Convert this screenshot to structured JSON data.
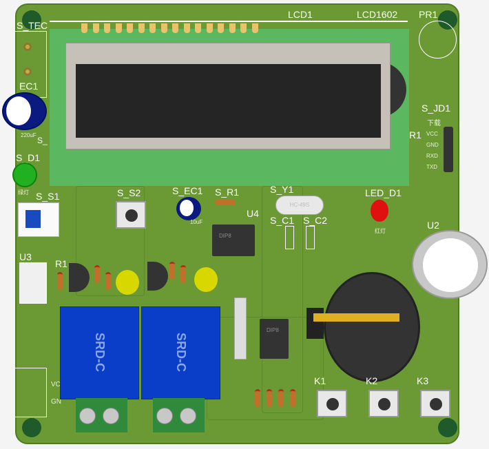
{
  "lcd": {
    "ref": "LCD1",
    "model": "LCD1602"
  },
  "labels": {
    "pr1": "PR1",
    "s_tec": "S_TEC",
    "ec1": "EC1",
    "ec1_val": "220uF",
    "s_partial": "S_",
    "s_d1": "S_D1",
    "s_d1_note": "绿灯",
    "s_s1": "S_S1",
    "s_s2": "S_S2",
    "s_ec1": "S_EC1",
    "s_ec1_val": "10uF",
    "s_r1": "S_R1",
    "s_y1": "S_Y1",
    "y1_val": "HC-49S",
    "u4": "U4",
    "s_c1": "S_C1",
    "s_c2": "S_C2",
    "led_d1": "LED_D1",
    "led_d1_note": "红灯",
    "u2": "U2",
    "s_jd1": "S_JD1",
    "jd1_note": "下载",
    "r1_right": "R1",
    "u3": "U3",
    "r1_left": "R1",
    "k1": "K1",
    "k2": "K2",
    "k3": "K3",
    "ic_marking": "DIP8",
    "tec_vcc": "VC",
    "tec_gnd": "GN"
  },
  "header_pins": [
    "VCC",
    "GND",
    "RXD",
    "TXD"
  ],
  "relays": [
    {
      "model": "SRD-C"
    },
    {
      "model": "SRD-C"
    }
  ],
  "colors": {
    "board": "#6b9a34",
    "lcd_pcb": "#5cb860",
    "relay": "#0a3ec8",
    "led_red": "#e01010",
    "led_green": "#20b020",
    "led_yellow": "#d8d800"
  }
}
